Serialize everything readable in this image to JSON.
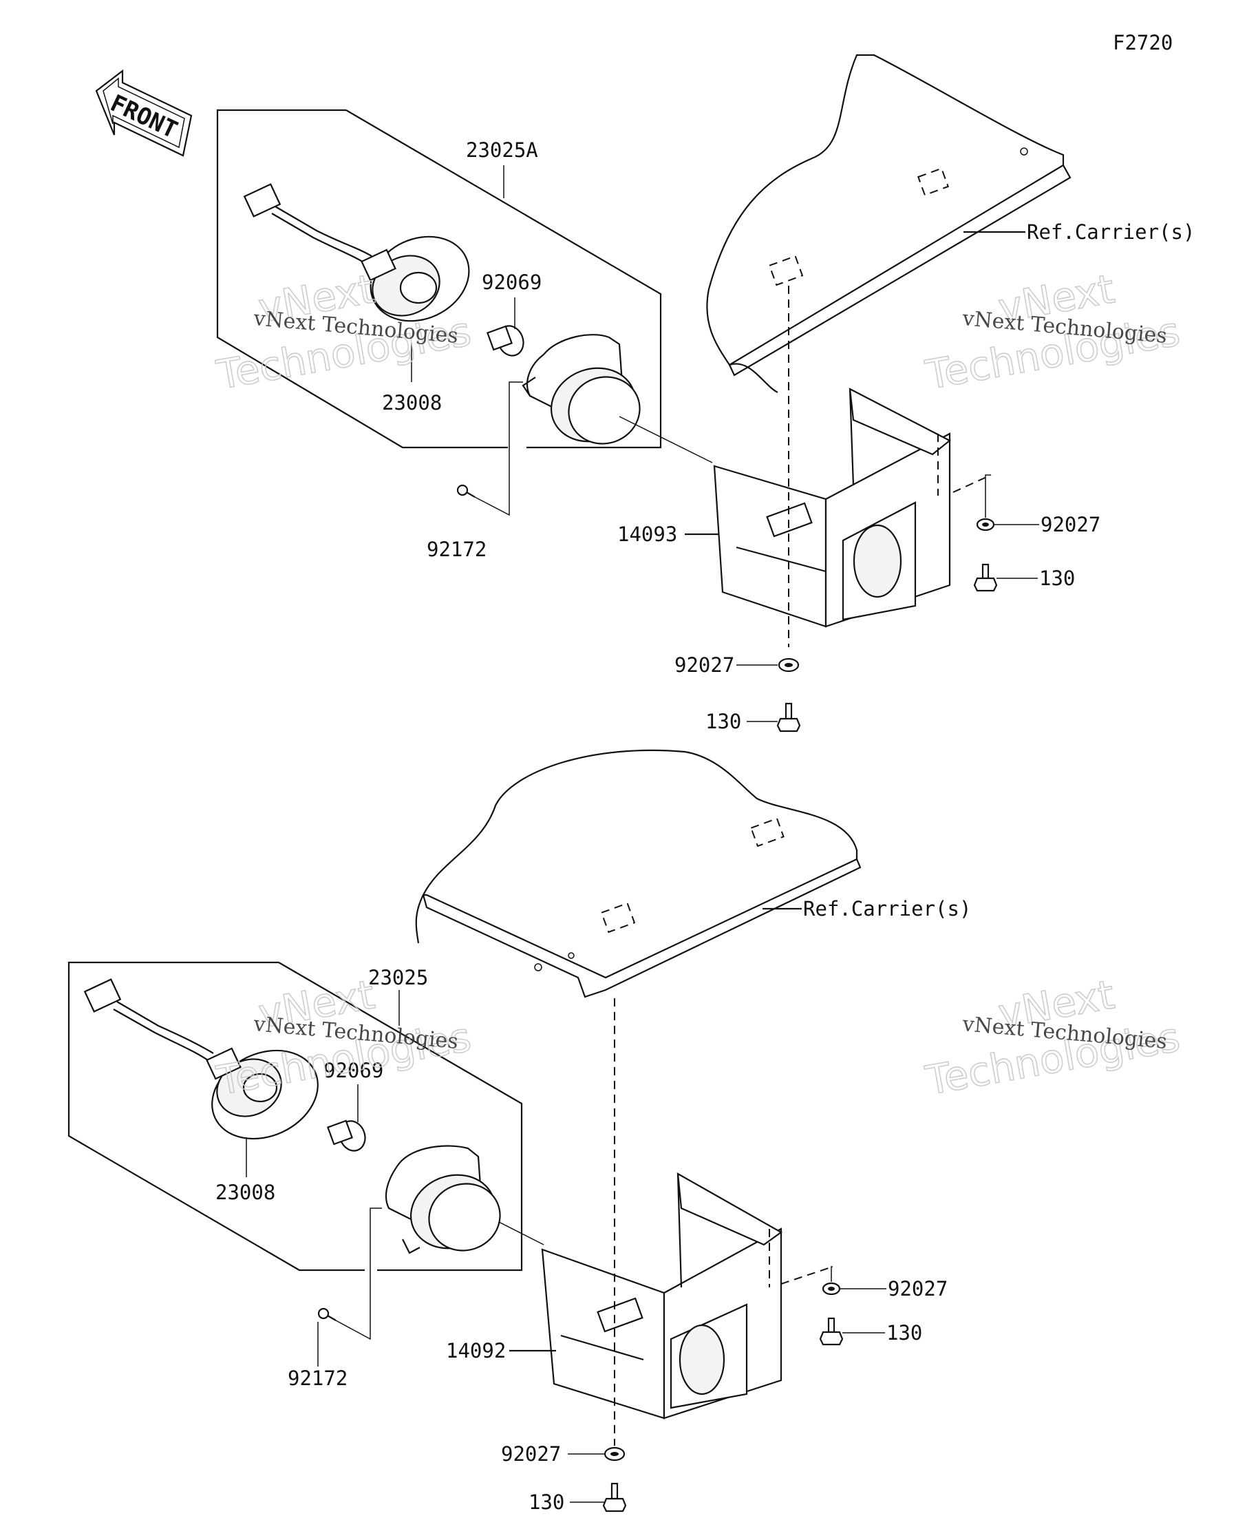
{
  "figure_code": "F2720",
  "front_arrow_label": "FRONT",
  "watermark": {
    "line1": "vNext Technologies",
    "line2": "vNext",
    "line3": "Technologies"
  },
  "upper_assembly": {
    "assembly_label": "23025A",
    "socket_label": "23008",
    "bulb_label": "92069",
    "screw_label": "92172",
    "cover_label": "14093",
    "side_washer_label": "92027",
    "side_bolt_label": "130",
    "bottom_washer_label": "92027",
    "bottom_bolt_label": "130",
    "carrier_label": "Ref.Carrier(s)"
  },
  "lower_assembly": {
    "assembly_label": "23025",
    "socket_label": "23008",
    "bulb_label": "92069",
    "screw_label": "92172",
    "cover_label": "14092",
    "side_washer_label": "92027",
    "side_bolt_label": "130",
    "bottom_washer_label": "92027",
    "bottom_bolt_label": "130",
    "carrier_label": "Ref.Carrier(s)"
  }
}
